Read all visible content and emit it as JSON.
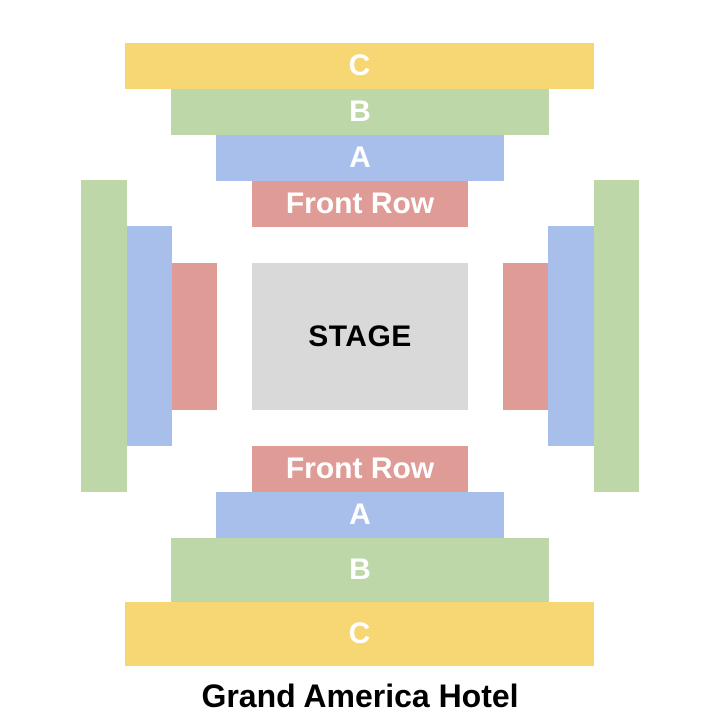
{
  "colors": {
    "section_c": "#f7d774",
    "section_b": "#bdd7a8",
    "section_a": "#a8bfec",
    "front_row": "#df9b96",
    "stage": "#d9d9d9",
    "stage_text": "#000000",
    "venue_text": "#000000"
  },
  "top": {
    "c": "C",
    "b": "B",
    "a": "A",
    "front_row": "Front Row"
  },
  "stage": "STAGE",
  "bottom": {
    "front_row": "Front Row",
    "a": "A",
    "b": "B",
    "c": "C"
  },
  "venue": "Grand America Hotel"
}
